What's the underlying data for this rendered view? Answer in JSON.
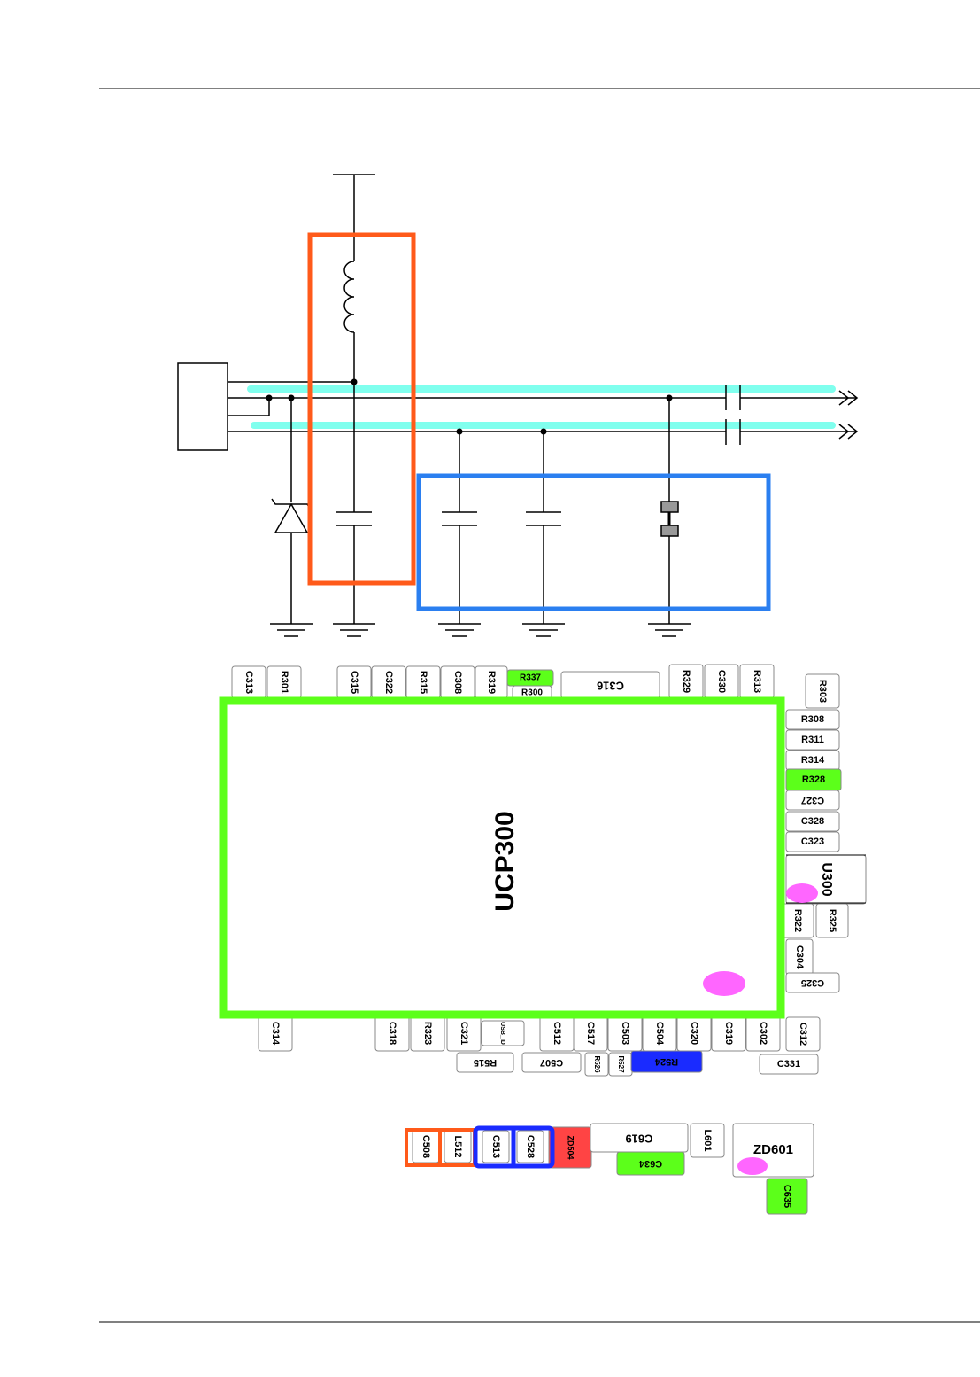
{
  "board": {
    "chip_label": "UCP300",
    "pads": [
      {
        "id": "C313"
      },
      {
        "id": "R301"
      },
      {
        "id": "C315"
      },
      {
        "id": "C322"
      },
      {
        "id": "R315"
      },
      {
        "id": "C308"
      },
      {
        "id": "R319"
      },
      {
        "id": "R337"
      },
      {
        "id": "R300"
      },
      {
        "id": "C316"
      },
      {
        "id": "R329"
      },
      {
        "id": "C330"
      },
      {
        "id": "R313"
      },
      {
        "id": "R303"
      },
      {
        "id": "R308"
      },
      {
        "id": "R311"
      },
      {
        "id": "R314"
      },
      {
        "id": "R328"
      },
      {
        "id": "C327"
      },
      {
        "id": "C328"
      },
      {
        "id": "C323"
      },
      {
        "id": "U300"
      },
      {
        "id": "R322"
      },
      {
        "id": "R325"
      },
      {
        "id": "C304"
      },
      {
        "id": "C325"
      },
      {
        "id": "C314"
      },
      {
        "id": "C318"
      },
      {
        "id": "R323"
      },
      {
        "id": "C321"
      },
      {
        "id": "USB_ID"
      },
      {
        "id": "C512"
      },
      {
        "id": "C517"
      },
      {
        "id": "C503"
      },
      {
        "id": "C504"
      },
      {
        "id": "C320"
      },
      {
        "id": "C319"
      },
      {
        "id": "C302"
      },
      {
        "id": "C312"
      },
      {
        "id": "R515"
      },
      {
        "id": "C507"
      },
      {
        "id": "R526"
      },
      {
        "id": "R527"
      },
      {
        "id": "R524"
      },
      {
        "id": "C331"
      }
    ],
    "lower_pads": [
      {
        "id": "C508"
      },
      {
        "id": "L512"
      },
      {
        "id": "C513"
      },
      {
        "id": "C528"
      },
      {
        "id": "ZD504"
      },
      {
        "id": "C619"
      },
      {
        "id": "C634"
      },
      {
        "id": "L601"
      },
      {
        "id": "ZD601"
      },
      {
        "id": "C635"
      }
    ]
  },
  "colors": {
    "highlight_orange": "#ff5a1a",
    "highlight_blue": "#2b7ff0",
    "highlight_green": "#5cff1a",
    "highlight_dark_blue": "#1a2bff",
    "trace_cyan": "#80ffee",
    "marker_pink": "#ff66ff",
    "pad_red": "#ff4444"
  }
}
